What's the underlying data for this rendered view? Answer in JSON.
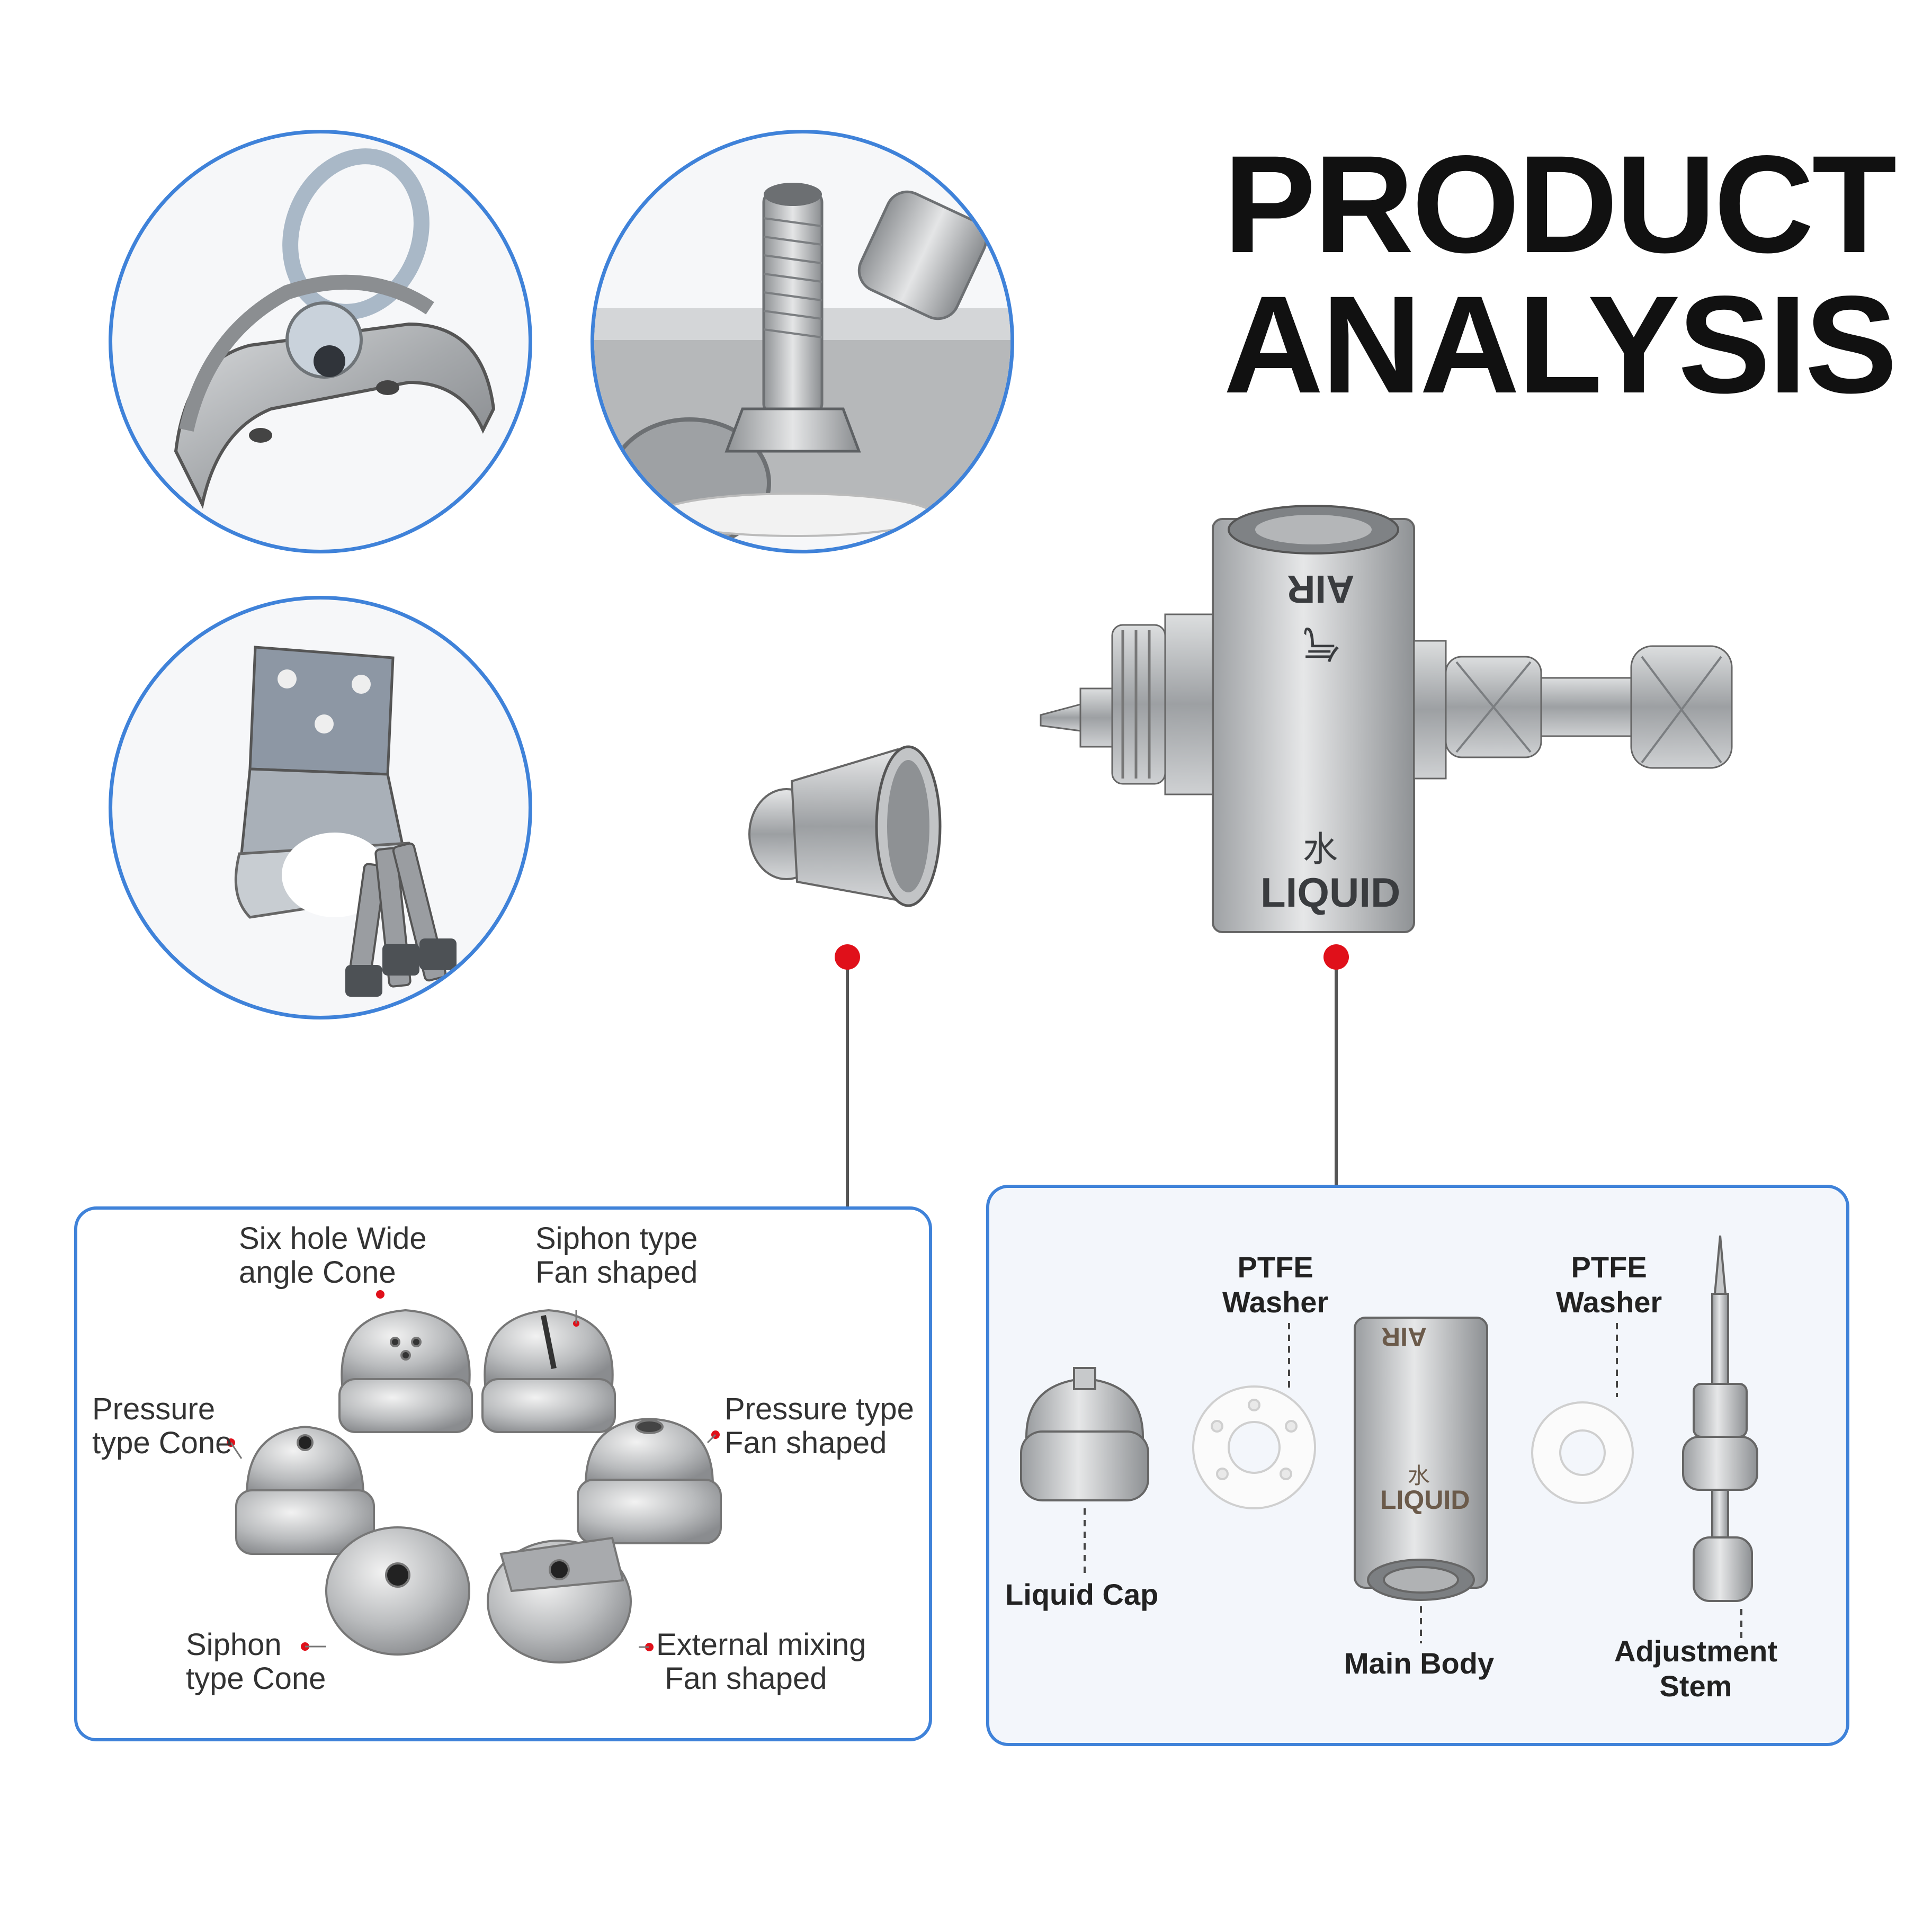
{
  "title": {
    "line1": "PRODUCT",
    "line2": "ANALYSIS"
  },
  "colors": {
    "accent_blue": "#3f82d9",
    "marker_red": "#e0101a",
    "metal": "#b8b8b8"
  },
  "body_engraving": {
    "air": "AIR",
    "liquid": "LIQUID",
    "char_air": "气",
    "char_water": "水"
  },
  "nozzle_panel": {
    "labels": [
      {
        "id": "six-hole",
        "text": "Six hole Wide\nangle Cone"
      },
      {
        "id": "siphon-fan",
        "text": "Siphon type\nFan shaped"
      },
      {
        "id": "pressure-cone",
        "text": "Pressure\ntype Cone"
      },
      {
        "id": "pressure-fan",
        "text": "Pressure type\nFan shaped"
      },
      {
        "id": "siphon-cone",
        "text": "Siphon\ntype Cone"
      },
      {
        "id": "external-fan",
        "text": "External mixing\n Fan shaped"
      }
    ]
  },
  "parts_panel": {
    "ptfe_left": "PTFE\nWasher",
    "ptfe_right": "PTFE\nWasher",
    "liquid_cap": "Liquid Cap",
    "main_body": "Main Body",
    "adjustment_stem": "Adjustment\nStem",
    "main_body_air": "AIR",
    "main_body_liquid": "LIQUID",
    "main_body_char": "水"
  },
  "icons": [
    "ring-bracket-photo",
    "screw-body-photo",
    "l-bracket-photo",
    "nozzle-cap-photo",
    "atomizer-body-photo"
  ]
}
